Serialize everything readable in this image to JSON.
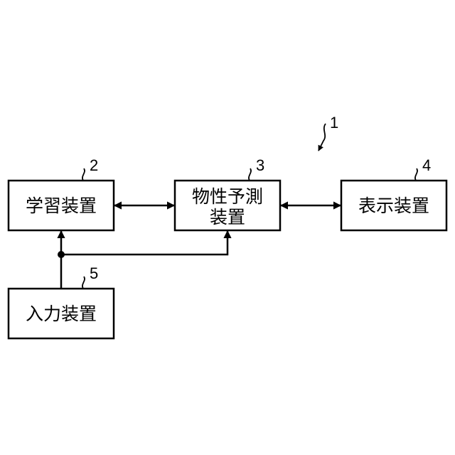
{
  "diagram": {
    "system_ref": "1",
    "blocks": {
      "learning": {
        "ref": "2",
        "label": "学習装置"
      },
      "prediction": {
        "ref": "3",
        "label_line1": "物性予測",
        "label_line2": "装置"
      },
      "display": {
        "ref": "4",
        "label": "表示装置"
      },
      "input": {
        "ref": "5",
        "label": "入力装置"
      }
    }
  }
}
